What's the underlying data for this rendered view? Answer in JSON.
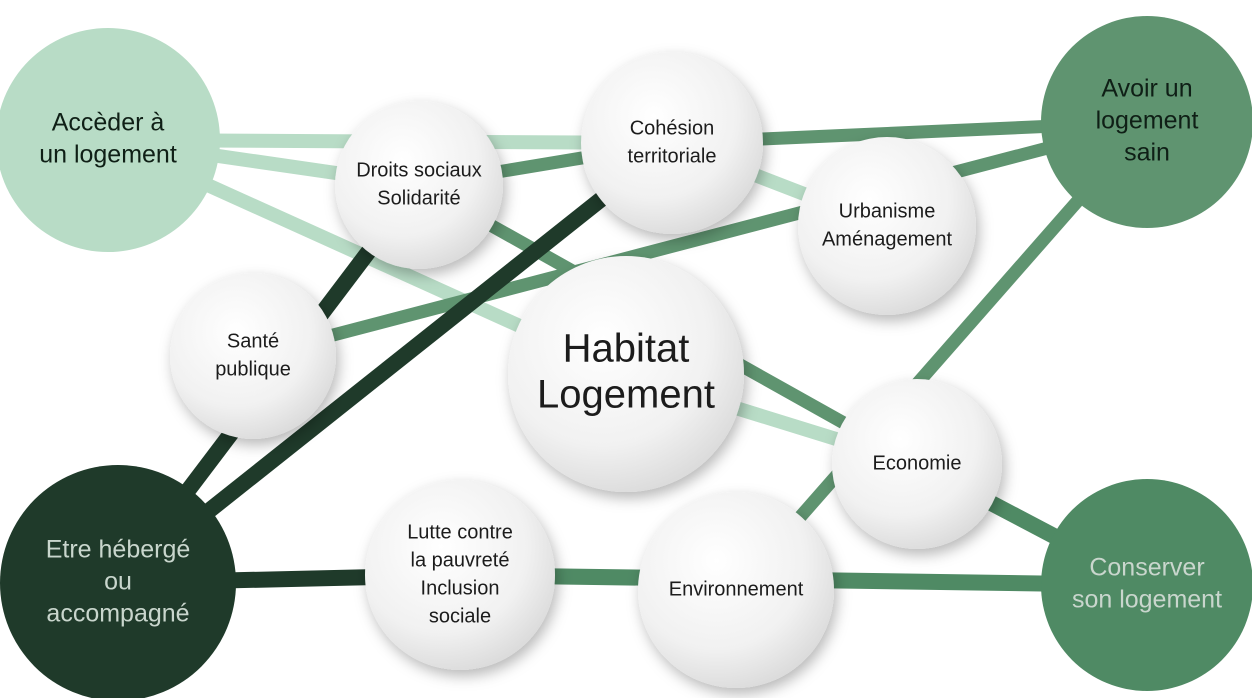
{
  "colors": {
    "pale_green": "#b8dcc6",
    "mid_green": "#4f8a64",
    "sage_green": "#5f9470",
    "dark_green": "#1f3a2a",
    "grey_text": "#1c1c1c",
    "light_text": "#c9d6cd"
  },
  "nodes": [
    {
      "id": "acceder",
      "lines": [
        "Accèder à",
        "un logement"
      ],
      "style": "pale"
    },
    {
      "id": "avoir",
      "lines": [
        "Avoir un",
        "logement",
        "sain"
      ],
      "style": "sage"
    },
    {
      "id": "heberge",
      "lines": [
        "Etre hébergé",
        "ou",
        "accompagné"
      ],
      "style": "dark"
    },
    {
      "id": "conserver",
      "lines": [
        "Conserver",
        "son logement"
      ],
      "style": "mid"
    },
    {
      "id": "droits",
      "lines": [
        "Droits sociaux",
        "Solidarité"
      ],
      "style": "grey"
    },
    {
      "id": "cohesion",
      "lines": [
        "Cohésion",
        "territoriale"
      ],
      "style": "grey"
    },
    {
      "id": "urbanisme",
      "lines": [
        "Urbanisme",
        "Aménagement"
      ],
      "style": "grey"
    },
    {
      "id": "sante",
      "lines": [
        "Santé",
        "publique"
      ],
      "style": "grey"
    },
    {
      "id": "habitat",
      "lines": [
        "Habitat",
        "Logement"
      ],
      "style": "center"
    },
    {
      "id": "economie",
      "lines": [
        "Economie"
      ],
      "style": "grey"
    },
    {
      "id": "lutte",
      "lines": [
        "Lutte contre",
        "la pauvreté",
        "Inclusion",
        "sociale"
      ],
      "style": "grey"
    },
    {
      "id": "environnement",
      "lines": [
        "Environnement"
      ],
      "style": "grey"
    }
  ],
  "links": [
    {
      "from": "acceder",
      "to": "cohesion",
      "tone": "pale"
    },
    {
      "from": "acceder",
      "to": "droits",
      "tone": "pale"
    },
    {
      "from": "acceder",
      "to": "habitat",
      "tone": "pale"
    },
    {
      "from": "habitat",
      "to": "economie",
      "tone": "pale"
    },
    {
      "from": "avoir",
      "to": "cohesion",
      "tone": "sage"
    },
    {
      "from": "avoir",
      "to": "sante",
      "tone": "sage"
    },
    {
      "from": "avoir",
      "to": "environnement",
      "tone": "sage"
    },
    {
      "from": "droits",
      "to": "economie",
      "tone": "sage"
    },
    {
      "from": "cohesion",
      "to": "urbanisme",
      "tone": "pale"
    },
    {
      "from": "droits",
      "to": "cohesion",
      "tone": "sage"
    },
    {
      "from": "economie",
      "to": "conserver",
      "tone": "mid"
    },
    {
      "from": "lutte",
      "to": "conserver",
      "tone": "mid"
    },
    {
      "from": "heberge",
      "to": "droits",
      "tone": "dark"
    },
    {
      "from": "heberge",
      "to": "cohesion",
      "tone": "dark"
    },
    {
      "from": "heberge",
      "to": "lutte",
      "tone": "dark"
    }
  ]
}
